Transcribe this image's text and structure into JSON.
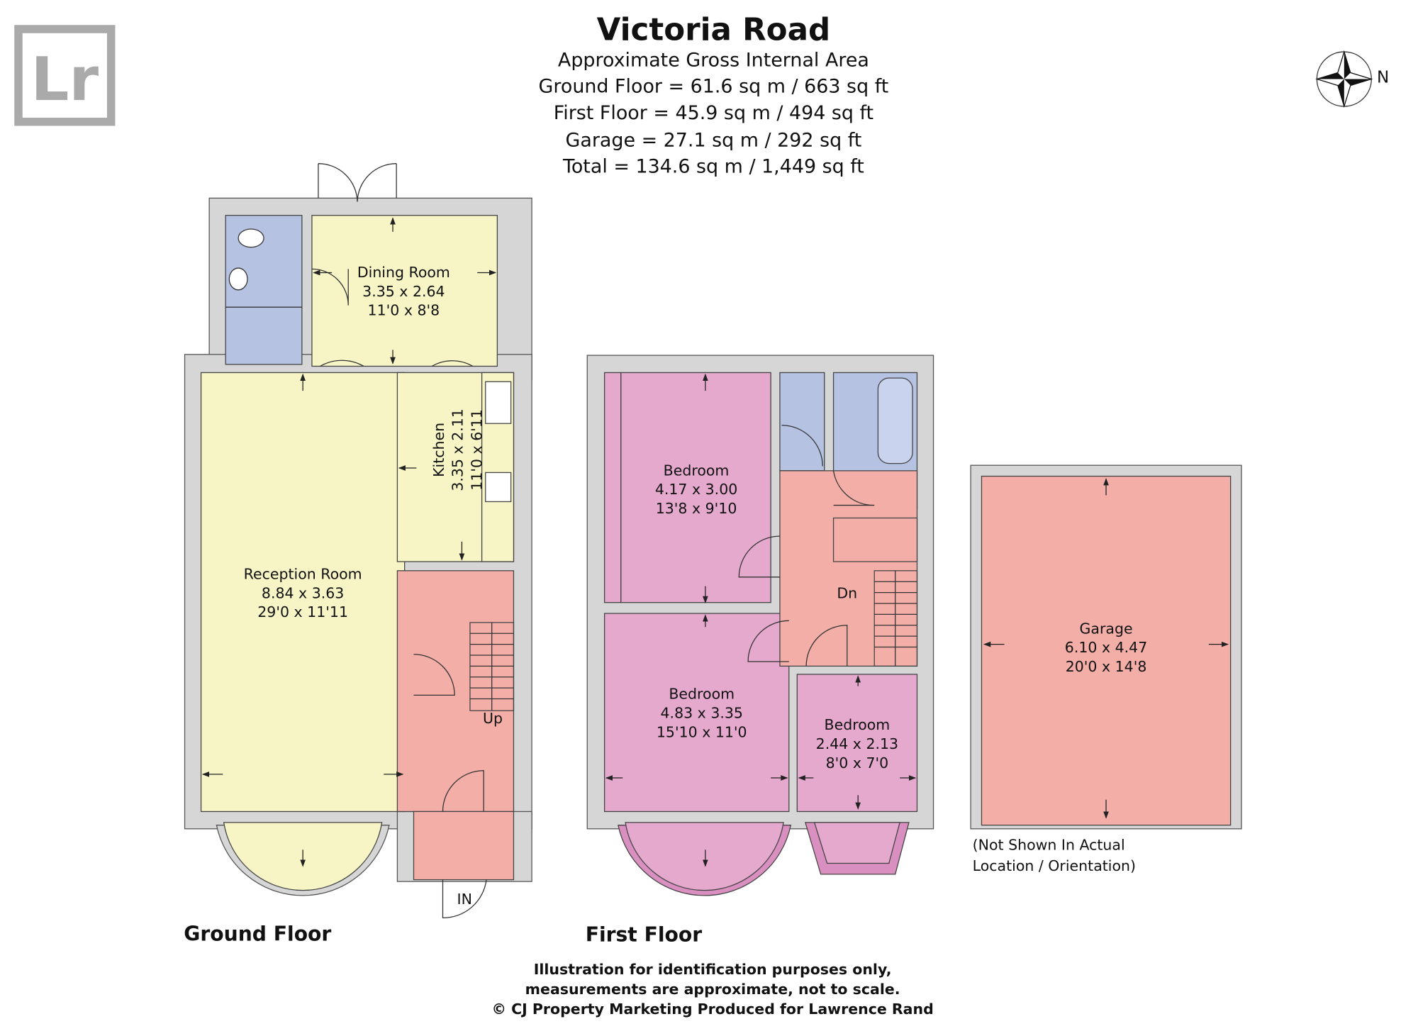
{
  "header": {
    "title": "Victoria Road",
    "subtitle": "Approximate Gross Internal Area",
    "areas": [
      "Ground Floor = 61.6 sq m / 663 sq ft",
      "First Floor = 45.9 sq m / 494 sq ft",
      "Garage = 27.1 sq m / 292 sq ft",
      "Total = 134.6 sq m / 1,449 sq ft"
    ]
  },
  "logo": {
    "text": "Lr"
  },
  "compass": {
    "label": "N"
  },
  "ground_floor": {
    "label": "Ground Floor",
    "rooms": {
      "dining": {
        "name": "Dining Room",
        "metric": "3.35 x 2.64",
        "imperial": "11'0 x 8'8"
      },
      "kitchen": {
        "name": "Kitchen",
        "metric": "3.35 x 2.11",
        "imperial": "11'0 x 6'11"
      },
      "reception": {
        "name": "Reception Room",
        "metric": "8.84 x 3.63",
        "imperial": "29'0 x 11'11"
      }
    },
    "stairs_label": "Up",
    "entrance_label": "IN"
  },
  "first_floor": {
    "label": "First Floor",
    "rooms": {
      "bedroom1": {
        "name": "Bedroom",
        "metric": "4.17 x 3.00",
        "imperial": "13'8 x 9'10"
      },
      "bedroom2": {
        "name": "Bedroom",
        "metric": "4.83 x 3.35",
        "imperial": "15'10 x 11'0"
      },
      "bedroom3": {
        "name": "Bedroom",
        "metric": "2.44 x 2.13",
        "imperial": "8'0 x 7'0"
      }
    },
    "stairs_label": "Dn"
  },
  "garage": {
    "name": "Garage",
    "metric": "6.10 x 4.47",
    "imperial": "20'0 x 14'8",
    "note_line1": "(Not Shown In Actual",
    "note_line2": "Location / Orientation)"
  },
  "footer": {
    "line1": "Illustration for identification purposes only,",
    "line2": "measurements are approximate, not to scale.",
    "line3": "© CJ Property Marketing  Produced for Lawrence Rand"
  },
  "colors": {
    "wall": "#d6d6d6",
    "yellow": "#f7f4c6",
    "blue": "#b5c2e2",
    "salmon": "#f4aea8",
    "pink": "#e5a9cd"
  }
}
